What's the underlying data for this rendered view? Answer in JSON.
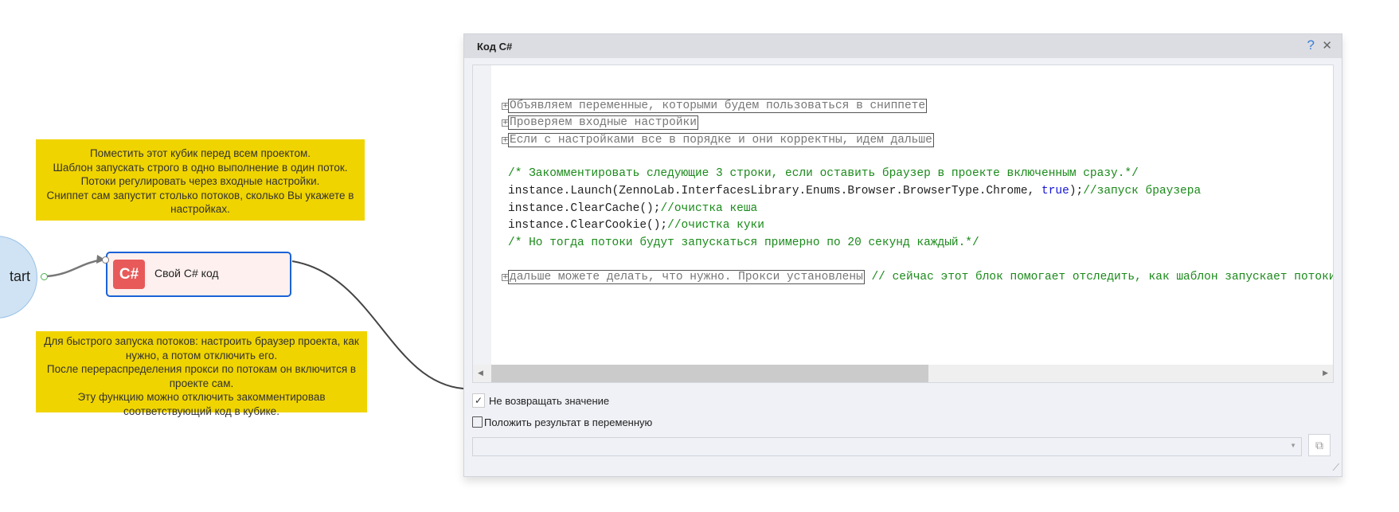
{
  "canvas": {
    "note_top": "Поместить этот кубик перед всем проектом.\nШаблон запускать строго в одно выполнение в один поток. Потоки регулировать через входные настройки.\nСниппет сам запустит столько потоков, сколько Вы укажете в настройках.",
    "note_bottom": "Для быстрого запуска потоков: настроить браузер проекта, как нужно, а потом отключить его.\nПосле перераспределения прокси по потокам он включится в проекте сам.\nЭту функцию можно отключить закомментировав соответствующий код в кубике.",
    "start_label": "tart",
    "node_icon": "C#",
    "node_label": "Свой C# код"
  },
  "dialog": {
    "title": "Код C#",
    "help": "?",
    "close": "✕",
    "code": {
      "region1": "Объявляем переменные, которыми будем пользоваться в сниппете",
      "region2": "Проверяем входные настройки",
      "region3": "Если с настройками все в порядке и они корректны, идем дальше",
      "comment1": "/* Закомментировать следующие 3 строки, если оставить браузер в проекте включенным сразу.*/",
      "launch_code": "instance.Launch(ZennoLab.InterfacesLibrary.Enums.Browser.BrowserType.Chrome, ",
      "launch_kw": "true",
      "launch_end": ");",
      "launch_comment": "//запуск браузера",
      "cache_code": "instance.ClearCache();",
      "cache_comment": "//очистка кеша",
      "cookie_code": "instance.ClearCookie();",
      "cookie_comment": "//очистка куки",
      "comment2": "/* Но тогда потоки будут запускаться примерно по 20 секунд каждый.*/",
      "region4": "дальше можете делать, что нужно. Прокси установлены",
      "region4_comment": " // сейчас этот блок помогает отследить, как шаблон запускает потоки"
    },
    "no_return_checked": "✓",
    "no_return_label": "Не возвращать значение",
    "save_result_label": "Положить результат в переменную",
    "variable_value": ""
  }
}
